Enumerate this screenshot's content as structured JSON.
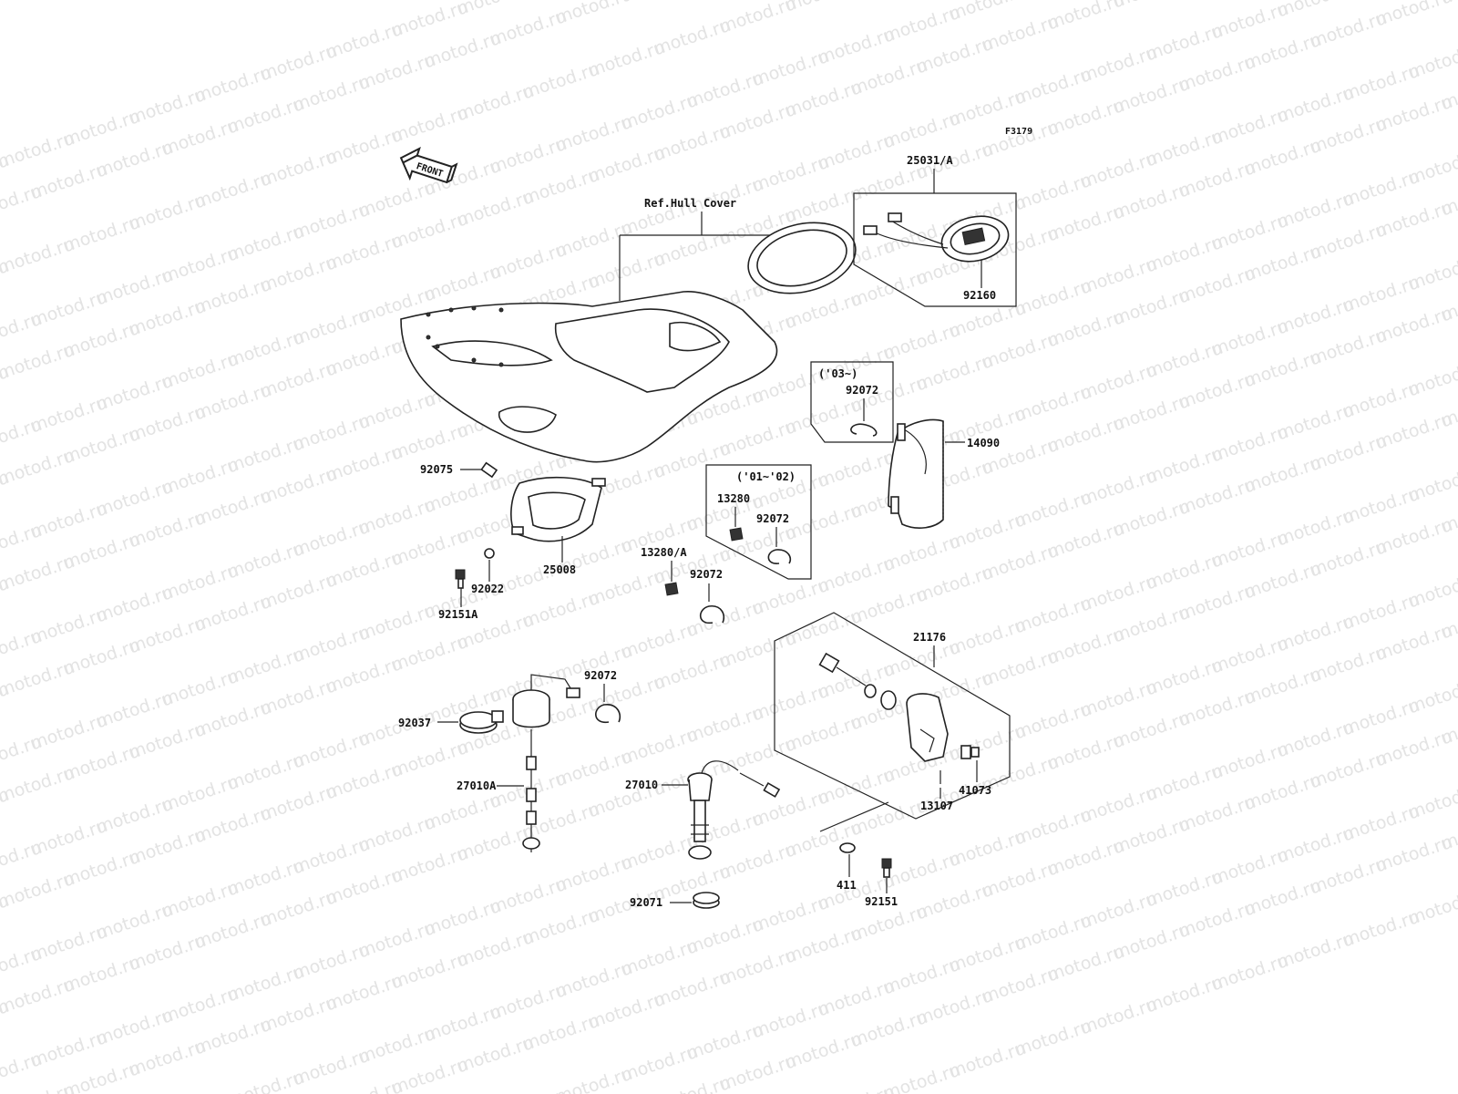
{
  "watermark": "motod.ru",
  "figure_code": "F3179",
  "front_label": "FRONT",
  "callouts": {
    "ref_hull_cover": "Ref.Hull Cover",
    "p25031A": "25031/A",
    "p92160": "92160",
    "yr03": "('03~)",
    "p92072_a": "92072",
    "p14090": "14090",
    "p92075": "92075",
    "yr01_02": "('01~'02)",
    "p13280": "13280",
    "p92072_b": "92072",
    "p25008": "25008",
    "p13280A": "13280/A",
    "p92072_c": "92072",
    "p92022": "92022",
    "p92151A": "92151A",
    "p21176": "21176",
    "p92072_d": "92072",
    "p92037": "92037",
    "p27010A": "27010A",
    "p27010": "27010",
    "p13107": "13107",
    "p41073": "41073",
    "p411": "411",
    "p92151": "92151",
    "p92071": "92071"
  }
}
